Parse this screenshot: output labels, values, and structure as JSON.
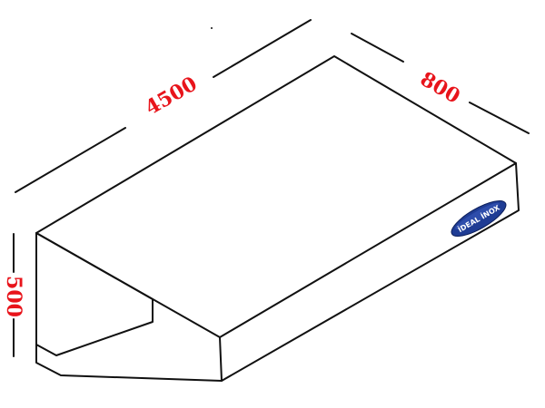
{
  "dimensions": {
    "length": "4500",
    "depth": "800",
    "height": "500"
  },
  "logo": {
    "text": "İDEAL İNOX"
  },
  "colors": {
    "outline": "#111111",
    "dimension_text": "#e8141b",
    "logo_fill": "#1f3c94",
    "logo_text": "#ffffff"
  }
}
